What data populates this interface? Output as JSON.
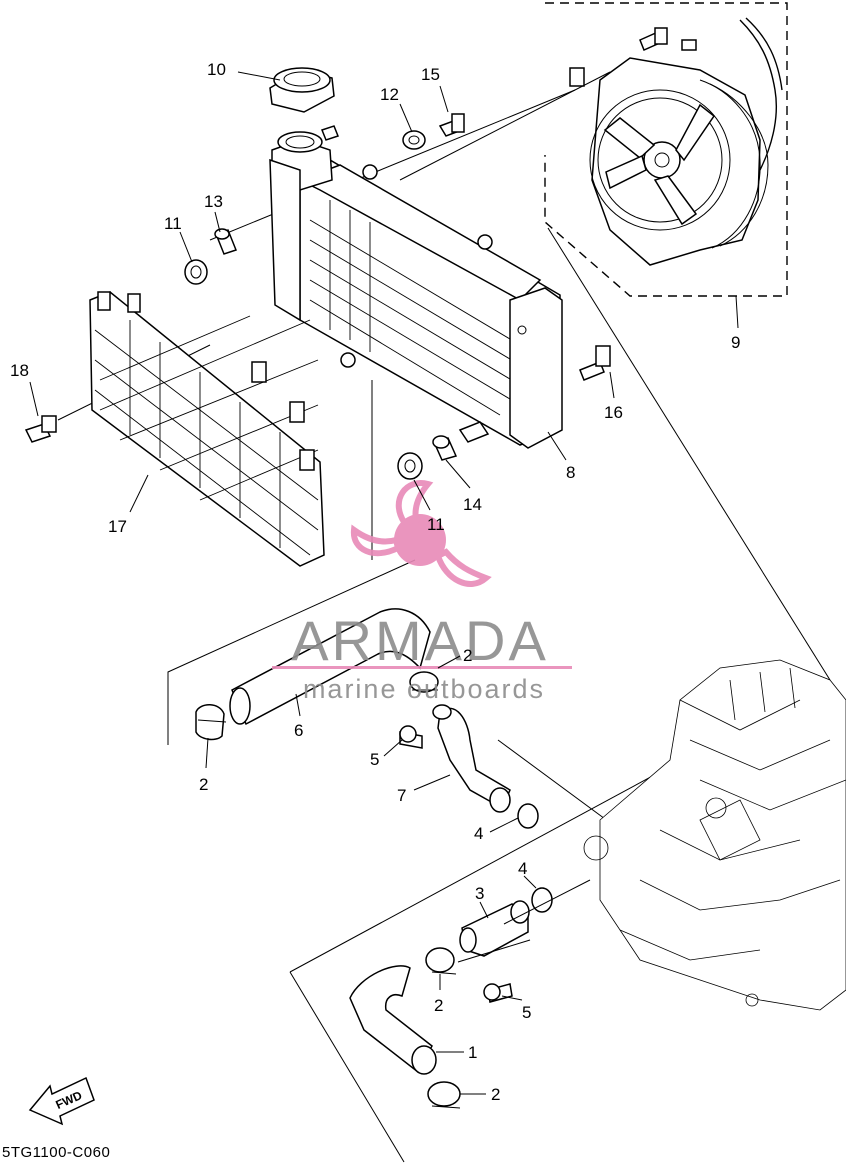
{
  "diagram": {
    "code": "5TG1100-C060",
    "fwd_label": "FWD",
    "callouts": [
      "10",
      "12",
      "15",
      "13",
      "11",
      "18",
      "17",
      "9",
      "16",
      "8",
      "14",
      "11",
      "2",
      "6",
      "2",
      "5",
      "7",
      "4",
      "4",
      "3",
      "2",
      "5",
      "1",
      "2"
    ]
  },
  "watermark": {
    "brand": "ARMADA",
    "tagline": "marine outboards"
  },
  "colors": {
    "line": "#000000",
    "background": "#ffffff",
    "watermark_pink": "#e88ab8",
    "watermark_gray": "#8c8c8c"
  }
}
